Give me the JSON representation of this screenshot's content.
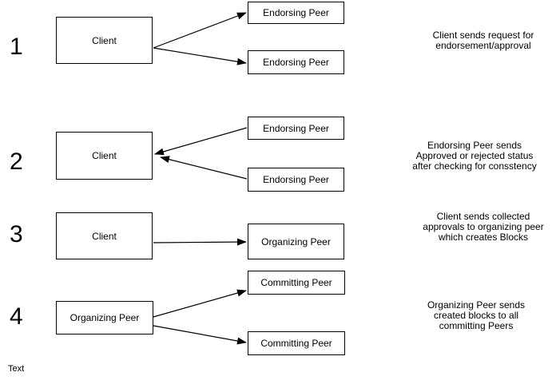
{
  "diagram": {
    "background_color": "#ffffff",
    "stroke_color": "#000000",
    "text_color": "#000000",
    "footer_label": "Text",
    "rows": [
      {
        "number": "1",
        "left_box": {
          "label": "Client"
        },
        "right_boxes": [
          {
            "label": "Endorsing Peer"
          },
          {
            "label": "Endorsing Peer"
          }
        ],
        "arrow_direction": "left-to-right",
        "description": "Client sends request for\nendorsement/approval"
      },
      {
        "number": "2",
        "left_box": {
          "label": "Client"
        },
        "right_boxes": [
          {
            "label": "Endorsing Peer"
          },
          {
            "label": "Endorsing Peer"
          }
        ],
        "arrow_direction": "right-to-left",
        "description": "Endorsing Peer sends\nApproved or rejected status\nafter checking for consstency"
      },
      {
        "number": "3",
        "left_box": {
          "label": "Client"
        },
        "right_boxes": [
          {
            "label": "Organizing Peer"
          }
        ],
        "arrow_direction": "left-to-right",
        "description": "Client sends collected\napprovals to organizing peer\nwhich creates Blocks"
      },
      {
        "number": "4",
        "left_box": {
          "label": "Organizing Peer"
        },
        "right_boxes": [
          {
            "label": "Committing Peer"
          },
          {
            "label": "Committing Peer"
          }
        ],
        "arrow_direction": "left-to-right",
        "description": "Organizing Peer sends\ncreated blocks to all\ncommitting Peers"
      }
    ]
  }
}
